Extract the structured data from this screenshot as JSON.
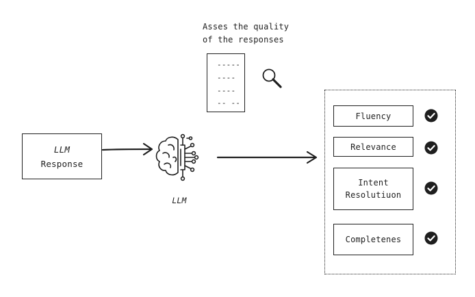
{
  "caption": {
    "line1": "Asses the quality",
    "line2": "of the responses"
  },
  "document": {
    "lines": [
      "-----",
      "----",
      "----",
      "-- --"
    ]
  },
  "input_box": {
    "line1": "LLM",
    "line2": "Response"
  },
  "model": {
    "label": "LLM"
  },
  "criteria": [
    {
      "label_line1": "Fluency",
      "label_line2": ""
    },
    {
      "label_line1": "Relevance",
      "label_line2": ""
    },
    {
      "label_line1": "Intent",
      "label_line2": "Resolutiuon"
    },
    {
      "label_line1": "Completenes",
      "label_line2": ""
    }
  ],
  "colors": {
    "stroke": "#1e1e1e",
    "background": "#ffffff"
  },
  "icons": {
    "search": "magnifier-icon",
    "model": "brain-circuit-icon",
    "check": "check-circle-icon"
  }
}
